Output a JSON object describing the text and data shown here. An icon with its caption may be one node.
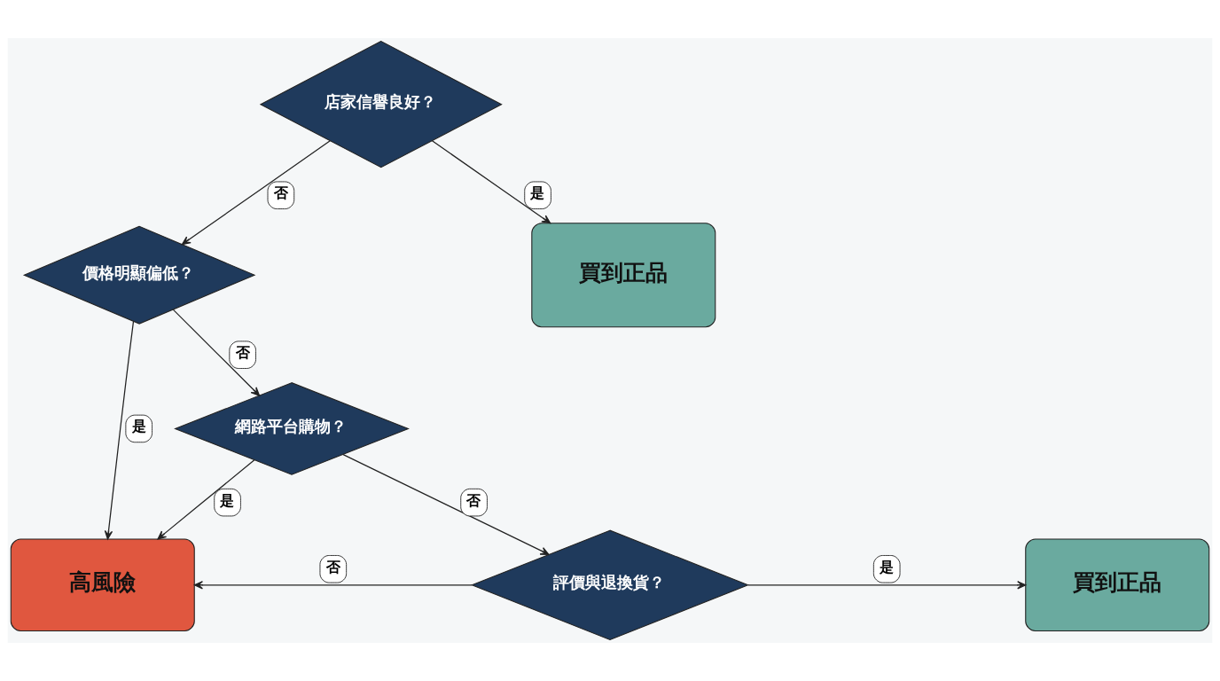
{
  "diagram": {
    "nodes": [
      {
        "text": [
          "店家信譽良好？"
        ]
      },
      {
        "text": [
          "價格明顯偏低？"
        ]
      },
      {
        "text": [
          "買到正品"
        ]
      },
      {
        "text": [
          "網路平台購物？"
        ]
      },
      {
        "text": [
          "高風險"
        ]
      },
      {
        "text": [
          "評價與退換貨？"
        ]
      },
      {
        "text": [
          "買到正品"
        ]
      }
    ],
    "edges": [
      {
        "from": 0,
        "to": 1,
        "arrow": "to",
        "label": "否"
      },
      {
        "from": 0,
        "to": 2,
        "arrow": "to",
        "label": "是"
      },
      {
        "from": 1,
        "to": 4,
        "arrow": "to",
        "label": "是"
      },
      {
        "from": 1,
        "to": 3,
        "arrow": "to",
        "label": "否"
      },
      {
        "from": 3,
        "to": 4,
        "arrow": "to",
        "label": "是"
      },
      {
        "from": 3,
        "to": 5,
        "arrow": "to",
        "label": "否"
      },
      {
        "from": 5,
        "to": 4,
        "arrow": "to",
        "label": "否"
      },
      {
        "from": 5,
        "to": 6,
        "arrow": "to",
        "label": "是"
      }
    ]
  }
}
